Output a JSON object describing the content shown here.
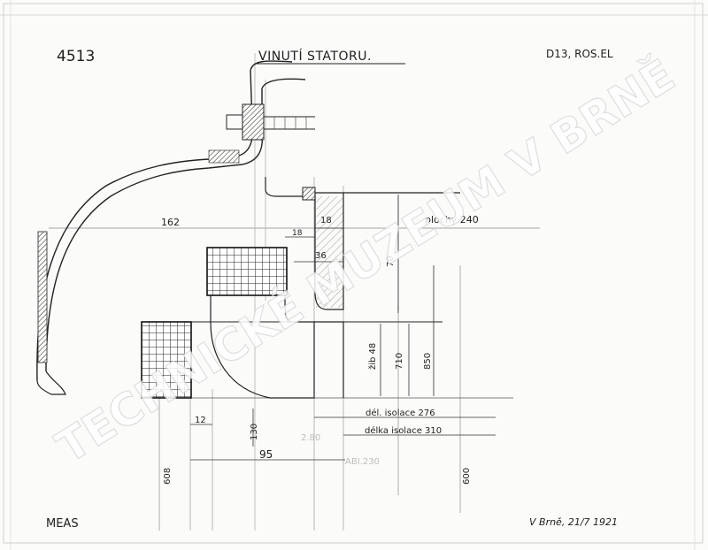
{
  "drawing_number": "4513",
  "title": "VINUTÍ STATORU.",
  "reference": "D13, ROS.EL",
  "dimensions": {
    "d162": "162",
    "d18a": "18",
    "d18b": "18",
    "d36": "36",
    "d70": "70",
    "ploch": "plochy 240",
    "zib": "žib 48",
    "d710": "710",
    "d850": "850",
    "d12": "12",
    "d130": "130",
    "d95": "95",
    "d608": "608",
    "d600": "600",
    "isol1": "dél. isolace 276",
    "isol2": "délka isolace 310"
  },
  "faded_notes": [
    "2.80",
    "ABI.230"
  ],
  "author": "MEAS",
  "signature": "V Brně, 21/7 1921",
  "watermark": "TECHNICKÉ MUZEUM V BRNĚ"
}
